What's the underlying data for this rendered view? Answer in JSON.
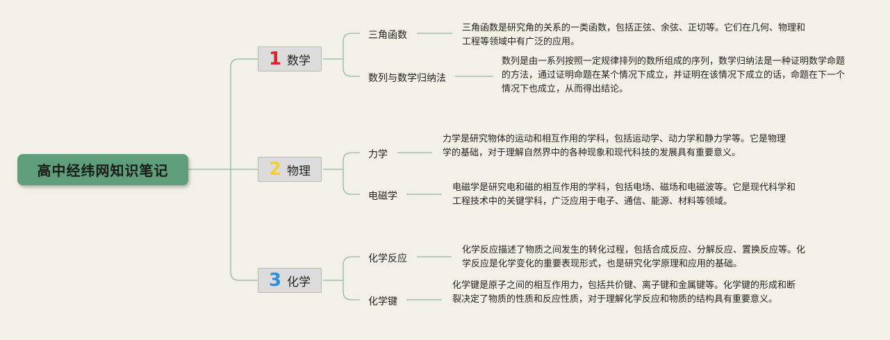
{
  "root": {
    "title": "高中经纬网知识笔记"
  },
  "branches": [
    {
      "number": "1",
      "number_color": "#d9262b",
      "label": "数学",
      "topics": [
        {
          "name": "三角函数",
          "description": "三角函数是研究角的关系的一类函数，包括正弦、余弦、正切等。它们在几何、物理和工程等领域中有广泛的应用。"
        },
        {
          "name": "数列与数学归纳法",
          "description": "数列是由一系列按照一定规律排列的数所组成的序列，数学归纳法是一种证明数学命题的方法，通过证明命题在某个情况下成立，并证明在该情况下成立的话，命题在下一个情况下也成立，从而得出结论。"
        }
      ]
    },
    {
      "number": "2",
      "number_color": "#f3cf3b",
      "label": "物理",
      "topics": [
        {
          "name": "力学",
          "description": "力学是研究物体的运动和相互作用的学科，包括运动学、动力学和静力学等。它是物理学的基础，对于理解自然界中的各种现象和现代科技的发展具有重要意义。"
        },
        {
          "name": "电磁学",
          "description": "电磁学是研究电和磁的相互作用的学科，包括电场、磁场和电磁波等。它是现代科学和工程技术中的关键学科，广泛应用于电子、通信、能源、材料等领域。"
        }
      ]
    },
    {
      "number": "3",
      "number_color": "#2f8fd8",
      "label": "化学",
      "topics": [
        {
          "name": "化学反应",
          "description": "化学反应描述了物质之间发生的转化过程，包括合成反应、分解反应、置换反应等。化学反应是化学变化的重要表现形式，也是研究化学原理和应用的基础。"
        },
        {
          "name": "化学键",
          "description": "化学键是原子之间的相互作用力，包括共价键、离子键和金属键等。化学键的形成和断裂决定了物质的性质和反应性质，对于理解化学反应和物质的结构具有重要意义。"
        }
      ]
    }
  ],
  "colors": {
    "background": "#f3f1e7",
    "root_fill": "#5e9e7a",
    "connector": "#8db8a0",
    "branch_fill": "#dcdcdc"
  }
}
